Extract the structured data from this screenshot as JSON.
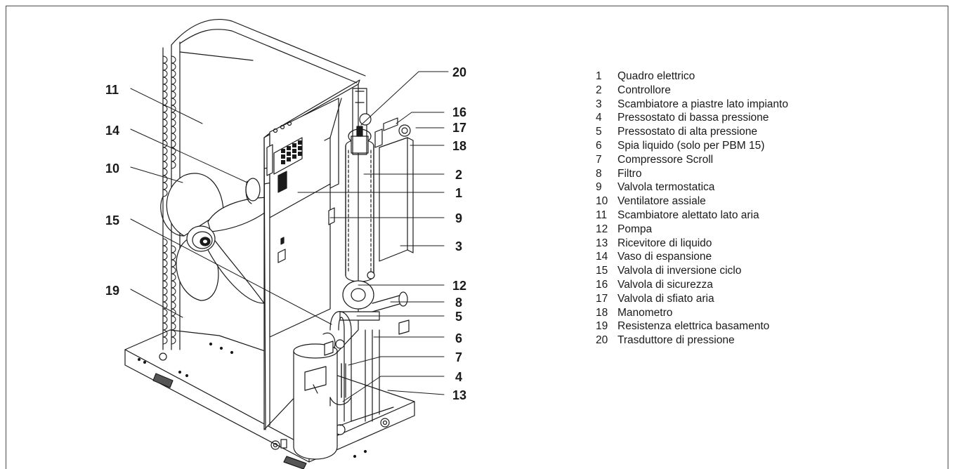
{
  "callouts": [
    "20",
    "11",
    "16",
    "17",
    "14",
    "18",
    "10",
    "2",
    "1",
    "15",
    "9",
    "3",
    "12",
    "19",
    "8",
    "5",
    "6",
    "7",
    "4",
    "13"
  ],
  "legend": [
    {
      "num": "1",
      "label": "Quadro elettrico"
    },
    {
      "num": "2",
      "label": "Controllore"
    },
    {
      "num": "3",
      "label": "Scambiatore a piastre lato impianto"
    },
    {
      "num": "4",
      "label": "Pressostato di bassa pressione"
    },
    {
      "num": "5",
      "label": "Pressostato di alta pressione"
    },
    {
      "num": "6",
      "label": "Spia liquido (solo per PBM 15)"
    },
    {
      "num": "7",
      "label": "Compressore Scroll"
    },
    {
      "num": "8",
      "label": "Filtro"
    },
    {
      "num": "9",
      "label": "Valvola termostatica"
    },
    {
      "num": "10",
      "label": "Ventilatore assiale"
    },
    {
      "num": "11",
      "label": "Scambiatore alettato lato aria"
    },
    {
      "num": "12",
      "label": "Pompa"
    },
    {
      "num": "13",
      "label": "Ricevitore di liquido"
    },
    {
      "num": "14",
      "label": "Vaso di espansione"
    },
    {
      "num": "15",
      "label": "Valvola di inversione ciclo"
    },
    {
      "num": "16",
      "label": "Valvola di sicurezza"
    },
    {
      "num": "17",
      "label": "Valvola di sfiato aria"
    },
    {
      "num": "18",
      "label": "Manometro"
    },
    {
      "num": "19",
      "label": "Resistenza elettrica basamento"
    },
    {
      "num": "20",
      "label": "Trasduttore di pressione"
    }
  ]
}
